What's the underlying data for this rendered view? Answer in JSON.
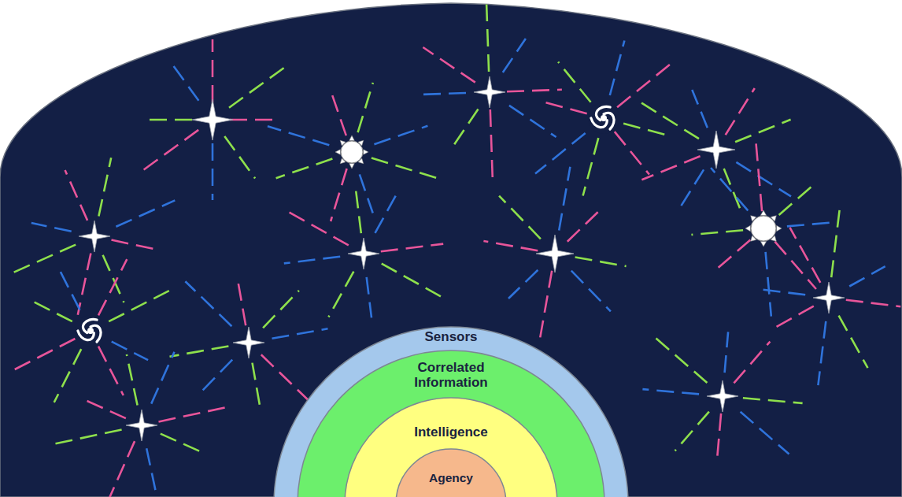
{
  "diagram": {
    "nodes": [
      {
        "text": [
          "Sensors"
        ]
      },
      {
        "text": [
          "Correlated Information"
        ],
        "in": 0
      },
      {
        "text": [
          "Intelligence"
        ],
        "in": 1
      },
      {
        "text": [
          "Agency"
        ],
        "in": 2
      }
    ]
  }
}
